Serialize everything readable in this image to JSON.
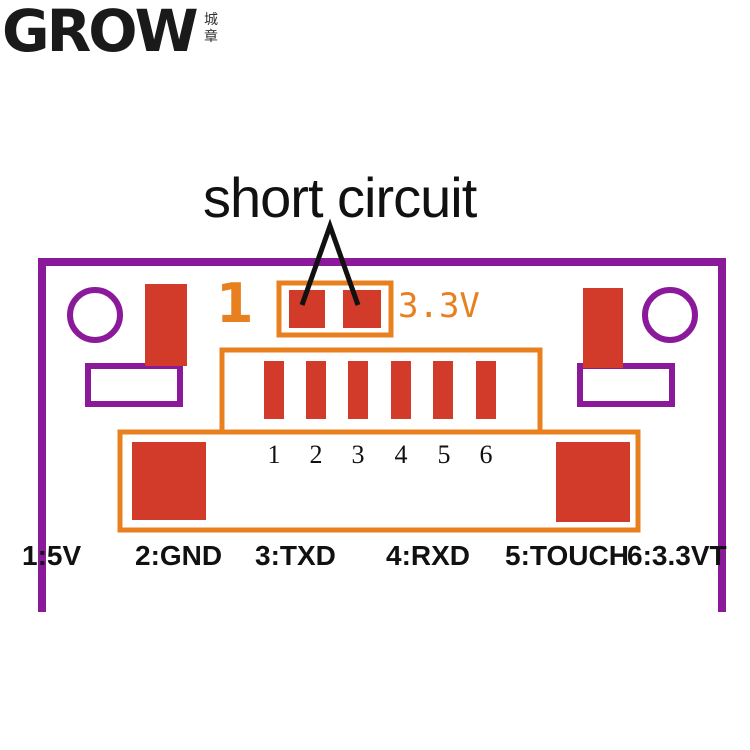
{
  "brand": {
    "logo_text": "GROW",
    "seal_text": "城章"
  },
  "annotation": {
    "text": "short circuit"
  },
  "board": {
    "pin1_marker": "1",
    "voltage_label": "3.3V",
    "pin_numbers": [
      "1",
      "2",
      "3",
      "4",
      "5",
      "6"
    ],
    "pin_functions": [
      "1:5V",
      "2:GND",
      "3:TXD",
      "4:RXD",
      "5:TOUCH",
      "6:3.3VT"
    ]
  },
  "colors": {
    "outline": "#8b1a9a",
    "silkscreen": "#e8801f",
    "pad": "#d23a2a",
    "text": "#111111"
  }
}
